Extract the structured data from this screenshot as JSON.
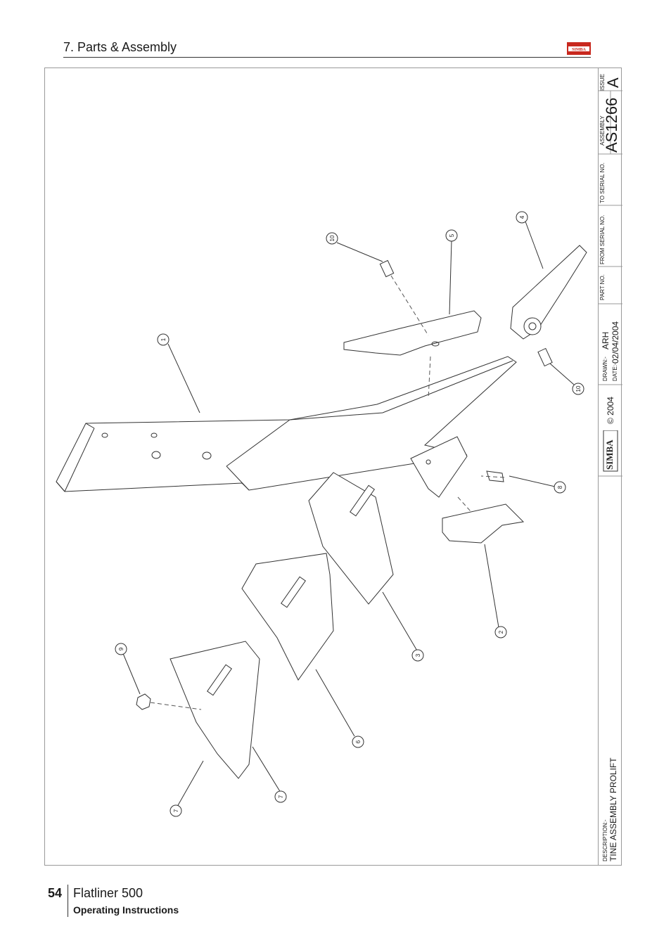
{
  "header": {
    "section_title": "7. Parts & Assembly",
    "logo_text": "SIMBA"
  },
  "title_block": {
    "issue_label": "ISSUE",
    "issue_value": "A",
    "assembly_label": "ASSEMBLY",
    "assembly_value": "AS1266",
    "to_serial_label": "TO SERIAL NO.",
    "from_serial_label": "FROM SERIAL NO.",
    "part_no_label": "PART NO.",
    "drawn_label": "DRAWN:-",
    "drawn_value": "ARH",
    "date_label": "DATE:-",
    "date_value": "02/04/2004",
    "copyright": "© 2004",
    "logo_text": "SIMBA",
    "description_label": "DESCRIPTION:-",
    "description_value": "TINE ASSEMBLY PROLIFT"
  },
  "callouts": [
    "1",
    "2",
    "3",
    "4",
    "5",
    "6",
    "7",
    "7",
    "8",
    "9",
    "10",
    "10"
  ],
  "footer": {
    "page_number": "54",
    "product": "Flatliner 500",
    "subtitle": "Operating Instructions"
  },
  "colors": {
    "brand_red": "#c8281e",
    "line": "#333333"
  }
}
